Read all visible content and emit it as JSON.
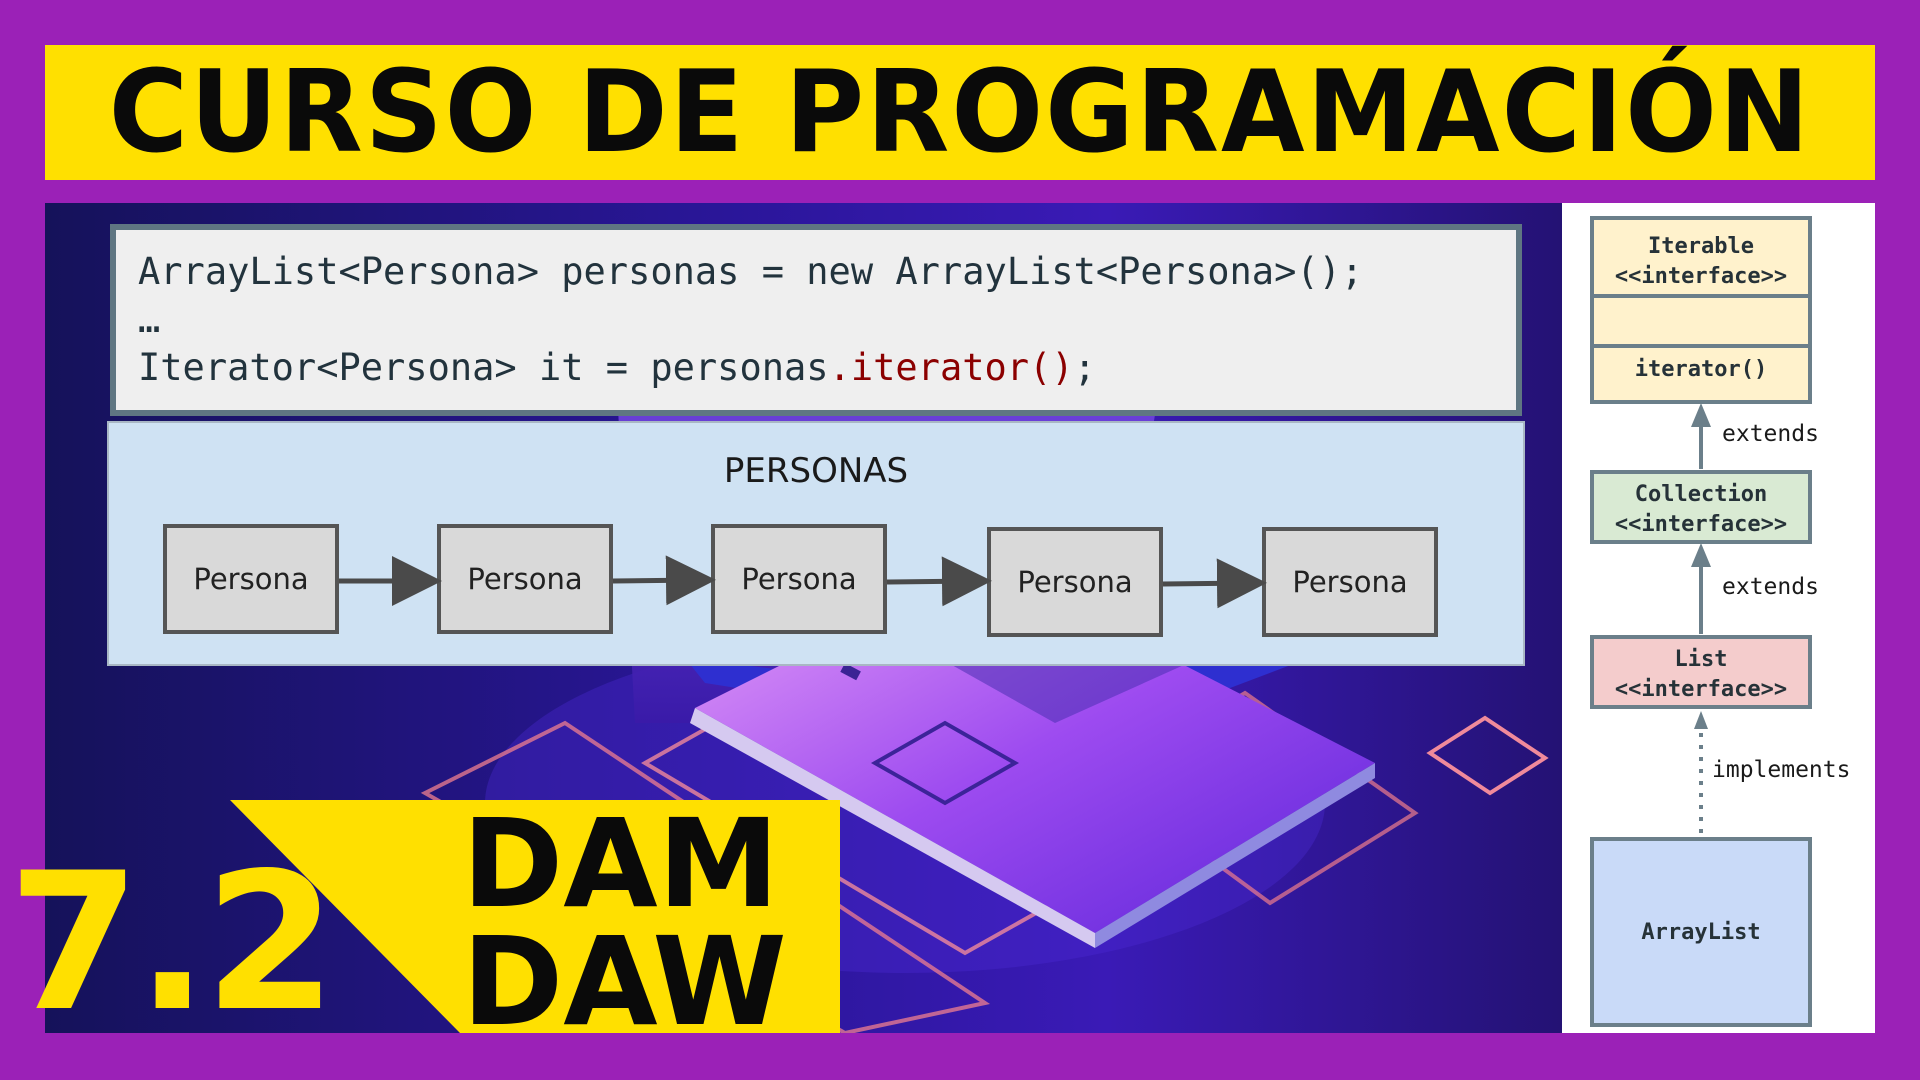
{
  "header": {
    "title": "CURSO DE PROGRAMACIÓN"
  },
  "code": {
    "line1": "ArrayList<Persona> personas = new ArrayList<Persona>();",
    "line2": "…",
    "line3_prefix": "Iterator<Persona> it = personas",
    "line3_method": ".iterator()",
    "line3_suffix": ";"
  },
  "personas_diagram": {
    "title": "PERSONAS",
    "nodes": [
      "Persona",
      "Persona",
      "Persona",
      "Persona",
      "Persona"
    ]
  },
  "badge": {
    "line1": "DAM",
    "line2": "DAW",
    "number": "7.2"
  },
  "uml": {
    "iterable": {
      "name": "Iterable",
      "stereotype": "<<interface>>",
      "method": "iterator()"
    },
    "collection": {
      "name": "Collection",
      "stereotype": "<<interface>>"
    },
    "list": {
      "name": "List",
      "stereotype": "<<interface>>"
    },
    "arraylist": {
      "name": "ArrayList"
    },
    "rel1": "extends",
    "rel2": "extends",
    "rel3": "implements",
    "colors": {
      "iterable_fill": "#fff2cc",
      "collection_fill": "#d9ead3",
      "list_fill": "#f4cccc",
      "arraylist_fill": "#c9daf8"
    }
  },
  "colors": {
    "background": "#9b21b7",
    "banner": "#ffe000",
    "code_method": "#8b0000"
  }
}
